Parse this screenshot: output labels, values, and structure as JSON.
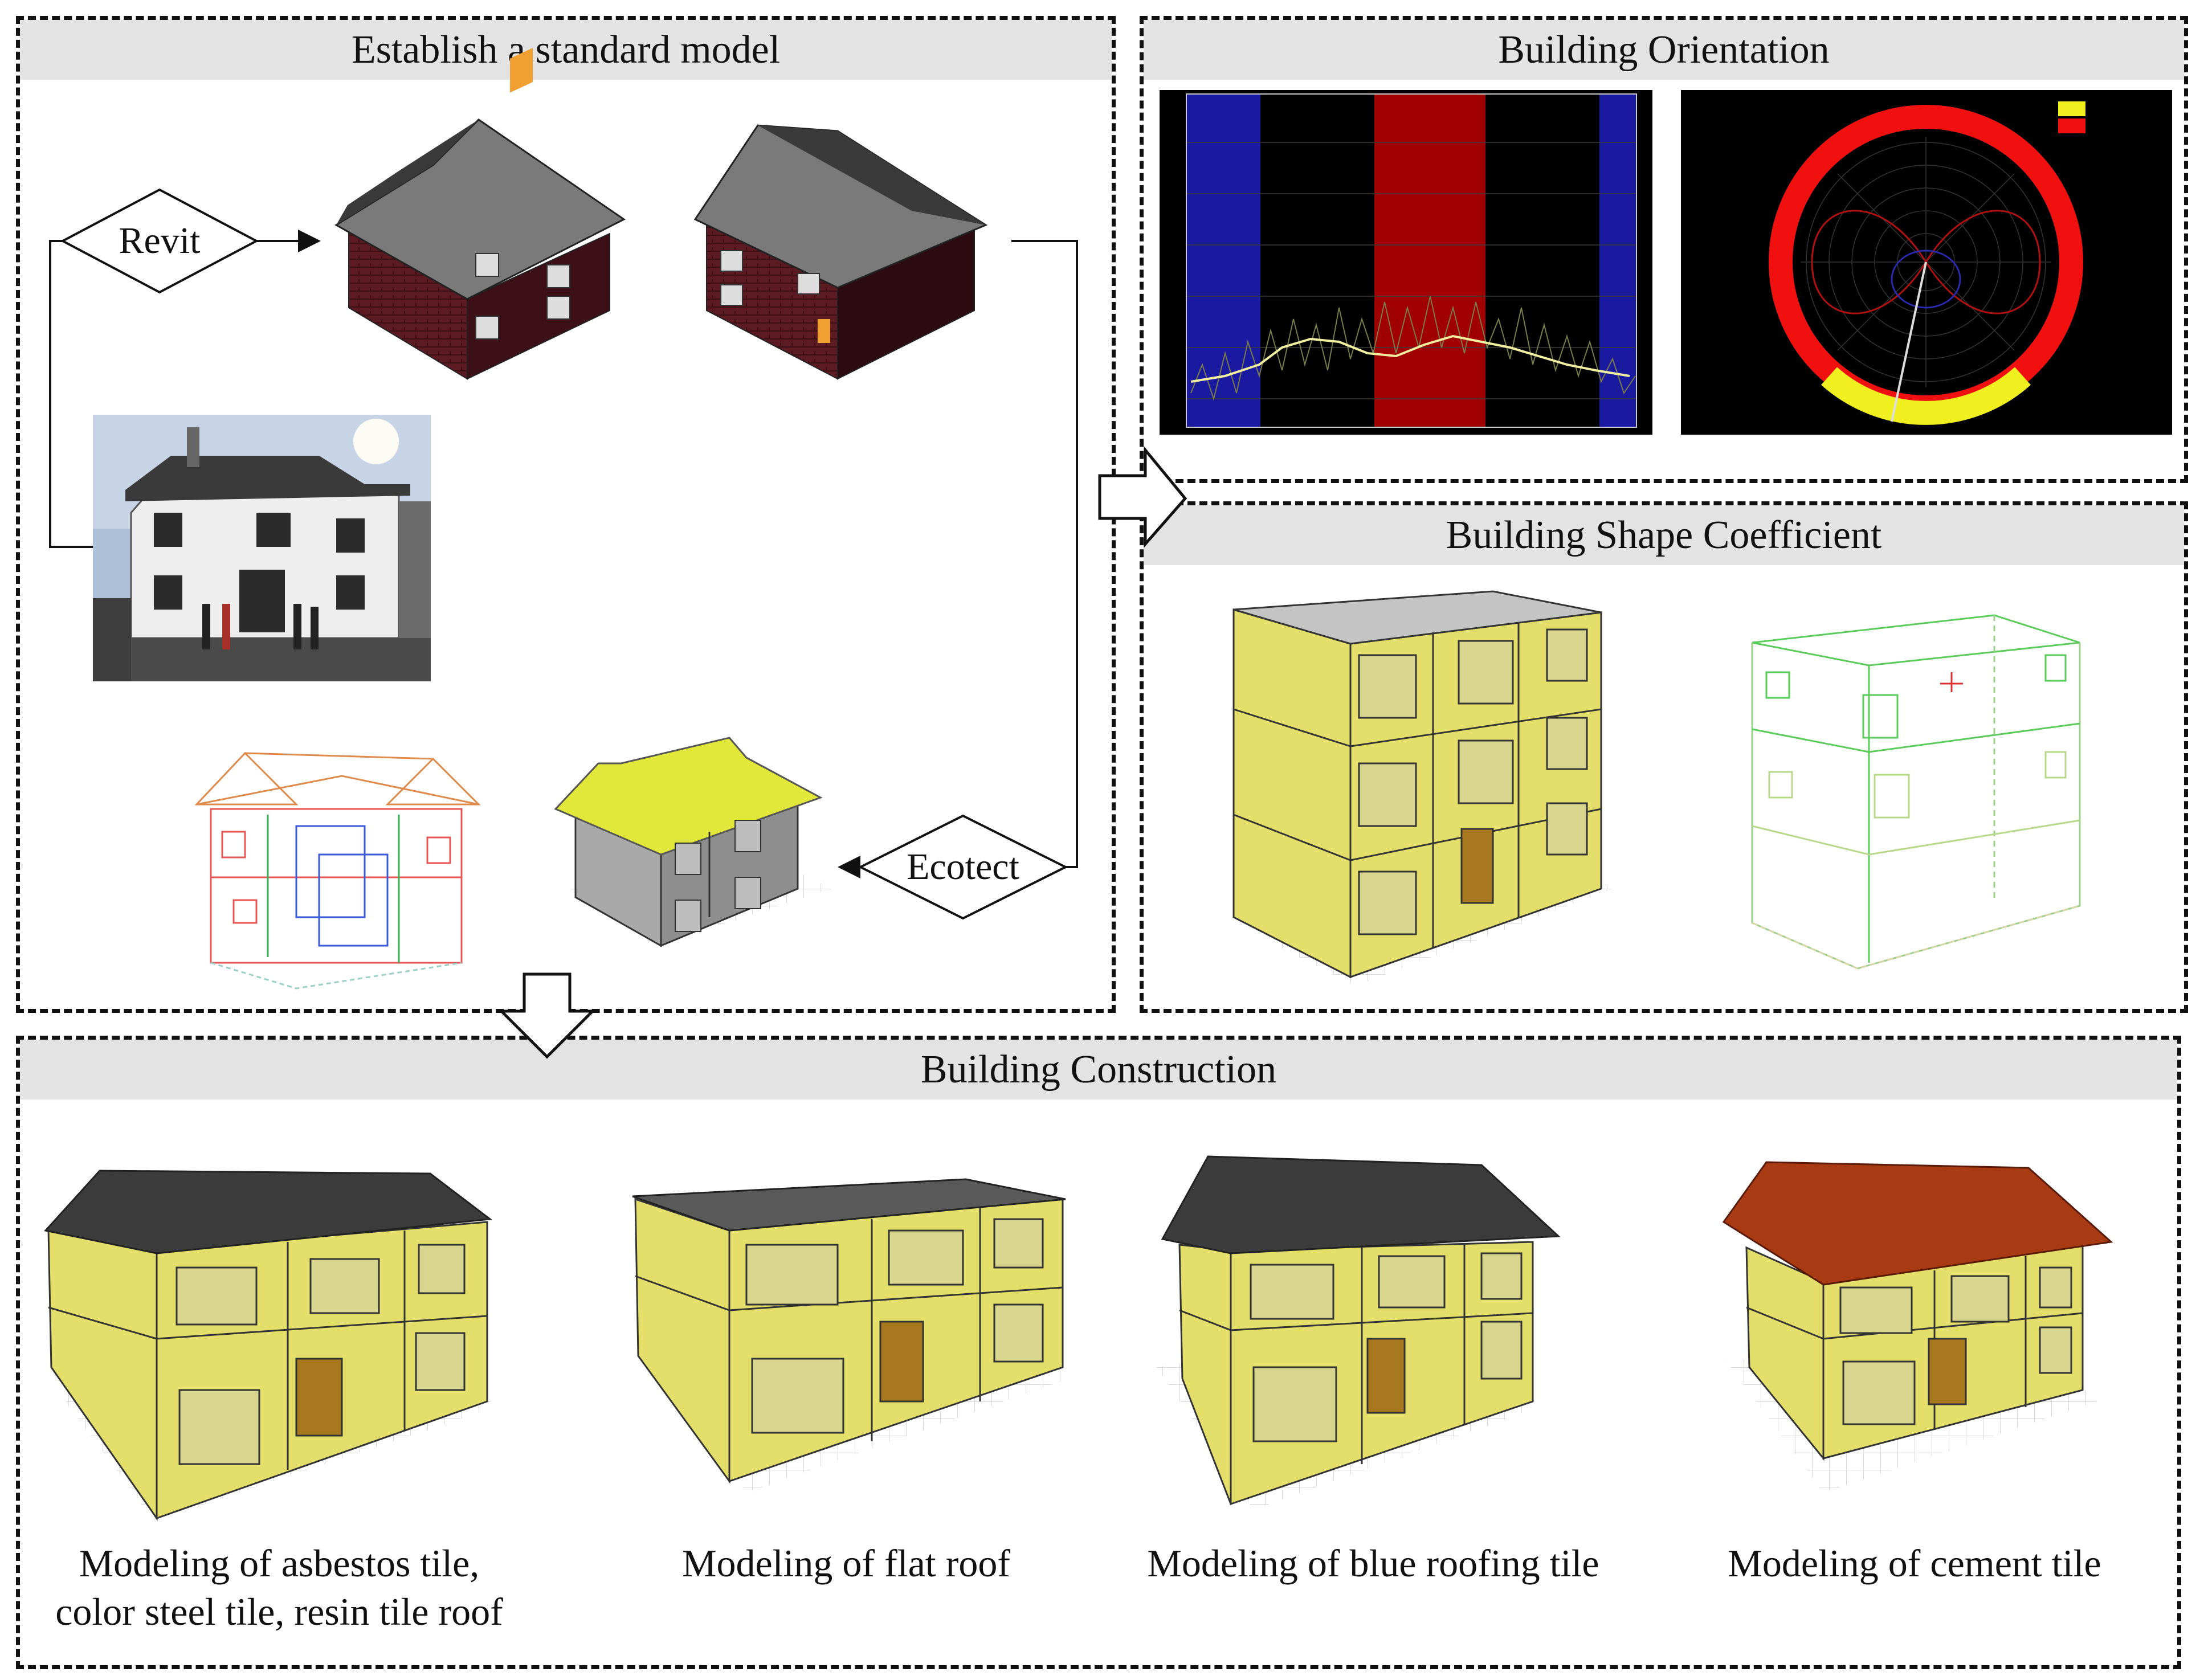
{
  "panels": {
    "standard_model": {
      "title": "Establish a standard model"
    },
    "orientation": {
      "title": "Building Orientation"
    },
    "shape_coefficient": {
      "title": "Building Shape Coefficient"
    },
    "construction": {
      "title": "Building Construction"
    }
  },
  "tools": {
    "revit": "Revit",
    "ecotect": "Ecotect"
  },
  "construction_labels": [
    {
      "line1": "Modeling of asbestos tile,",
      "line2": "color steel tile, resin tile roof"
    },
    {
      "line1": "Modeling of flat roof",
      "line2": ""
    },
    {
      "line1": "Modeling of blue roofing tile",
      "line2": ""
    },
    {
      "line1": "Modeling of cement tile",
      "line2": ""
    }
  ],
  "colors": {
    "wall_yellow": "#e3df6a",
    "roof_dark": "#3c3c3c",
    "roof_cement": "#a83a14",
    "header_gray": "#e3e3e3",
    "brick_red": "#5c1a22"
  }
}
